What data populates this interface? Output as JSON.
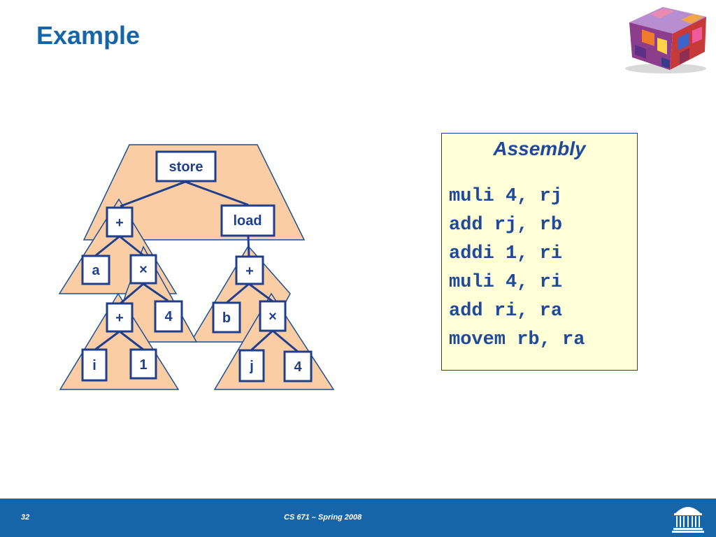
{
  "slide": {
    "title": "Example"
  },
  "tree": {
    "nodes": {
      "store": "store",
      "plus_top": "+",
      "load": "load",
      "a": "a",
      "times_left": "×",
      "plus_bottom": "+",
      "four_left": "4",
      "i": "i",
      "one": "1",
      "plus_right": "+",
      "b": "b",
      "times_right": "×",
      "j": "j",
      "four_right": "4"
    }
  },
  "assembly": {
    "title": "Assembly",
    "lines": [
      "muli 4, rj",
      "add rj, rb",
      "addi 1, ri",
      "muli 4, ri",
      "add ri, ra",
      "movem rb, ra"
    ]
  },
  "footer": {
    "slide_number": "32",
    "course": "CS 671 – Spring 2008"
  },
  "colors": {
    "title": "#1565a8",
    "footer_bar": "#1565a8",
    "tile_fill": "#fbcda4",
    "node_ink": "#1f3f8c",
    "assembly_background": "#ffffd8"
  },
  "icons": {
    "header_graphic": "colorful-voxel-cube",
    "footer_logo": "university-rotunda-logo"
  }
}
